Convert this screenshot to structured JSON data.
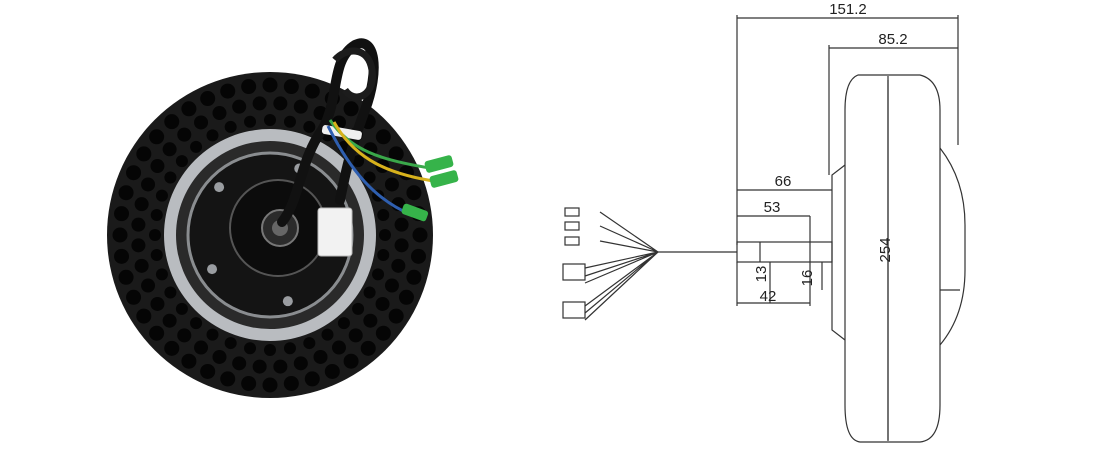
{
  "product_photo": {
    "subject": "hub-motor-photo",
    "colors": {
      "tire": "#1a1a1a",
      "hole": "#050505",
      "rim": "#b9bcc0",
      "hub": "#111111",
      "wire_green": "#3aa84a",
      "wire_yellow": "#d8b21c",
      "wire_blue": "#2f5fb0",
      "connector": "#f2f2f2",
      "terminal": "#36b34a"
    }
  },
  "drawing": {
    "line_color": "#333333",
    "dimensions": {
      "overall_width": "151.2",
      "wheel_width": "85.2",
      "axle_to_wheel": "66",
      "axle_shoulder": "53",
      "axle_diameter": "13",
      "axle_length": "42",
      "flat": "16",
      "wheel_diameter": "254"
    }
  }
}
